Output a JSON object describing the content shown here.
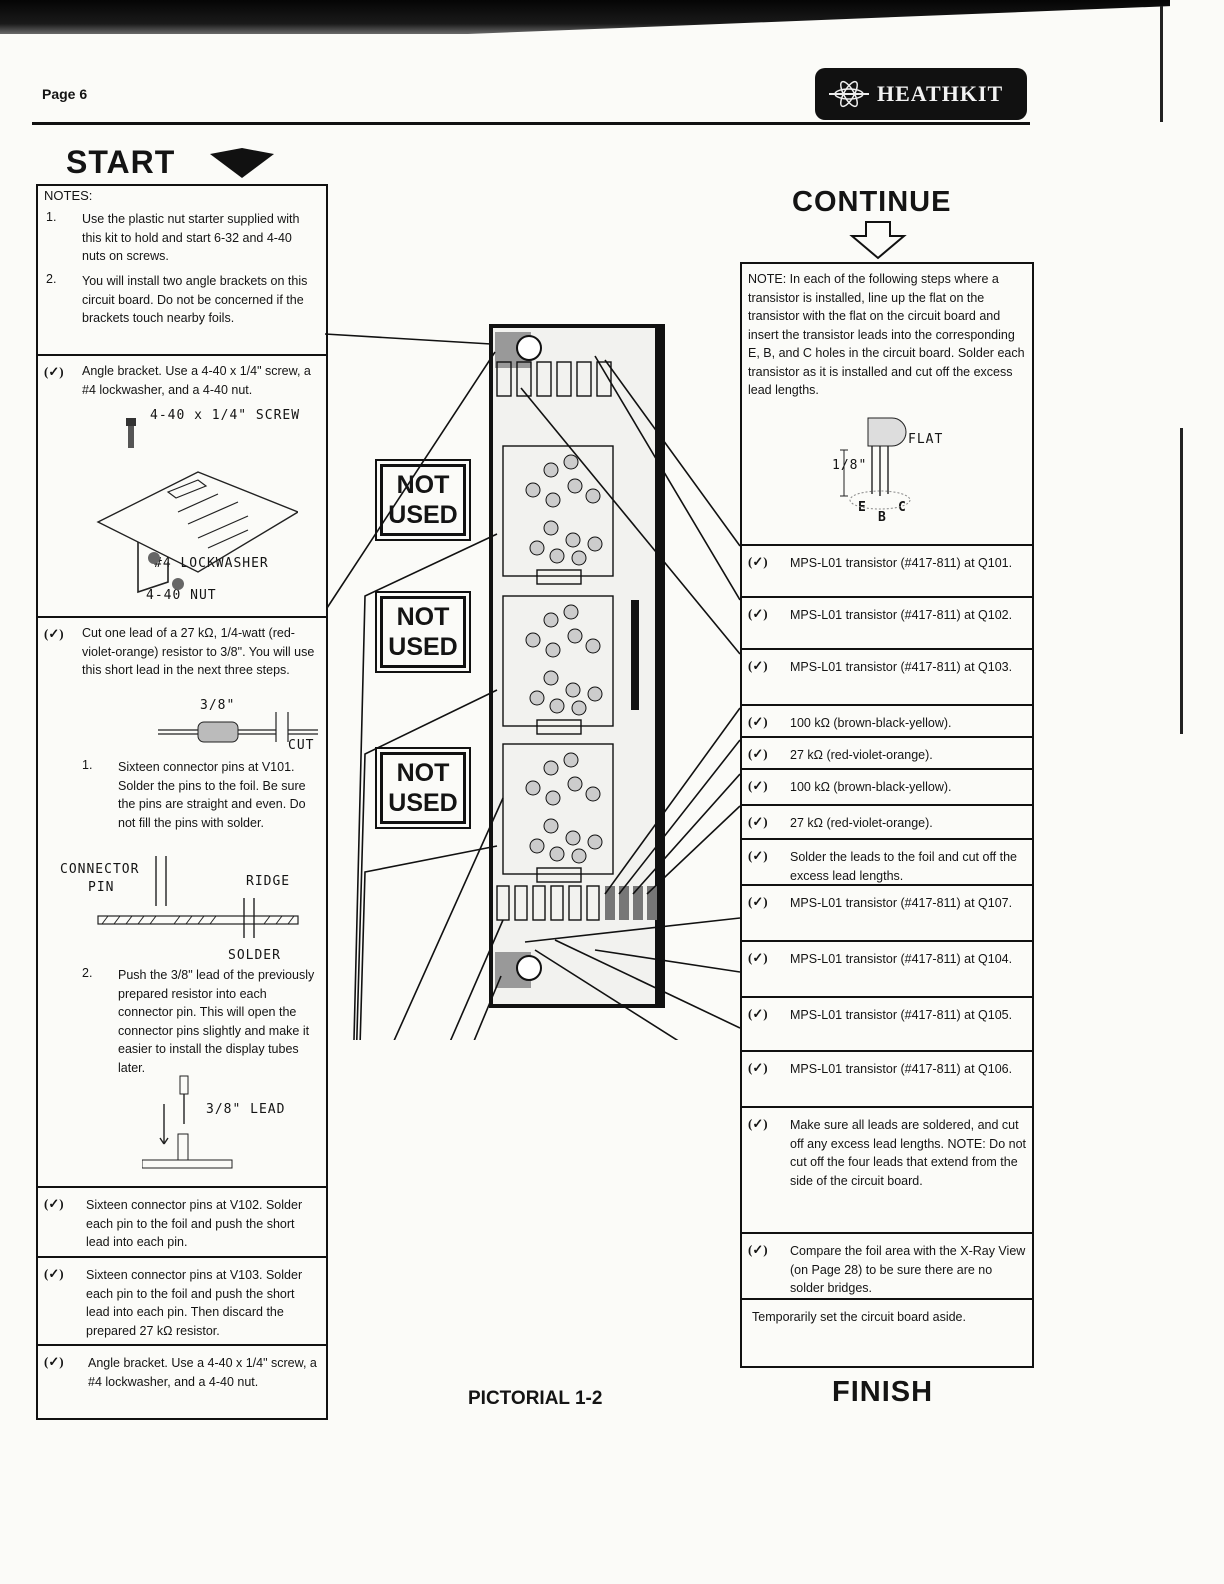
{
  "header": {
    "page": "Page 6",
    "brand": "HEATHKIT"
  },
  "titles": {
    "start": "START",
    "continue": "CONTINUE",
    "finish": "FINISH",
    "pictorial": "PICTORIAL 1-2"
  },
  "left": {
    "notes_title": "NOTES:",
    "notes": [
      {
        "num": "1.",
        "text": "Use the plastic nut starter supplied with this kit to hold and start 6-32 and 4-40 nuts on screws."
      },
      {
        "num": "2.",
        "text": "You will install two angle brackets on this circuit board. Do not be concerned if the brackets touch nearby foils."
      }
    ],
    "step_bracket1": "Angle bracket. Use a 4-40 x 1/4\" screw, a #4 lockwasher, and a 4-40 nut.",
    "fig_screw": "4-40 x 1/4\" SCREW",
    "fig_lockwasher": "#4 LOCKWASHER",
    "fig_nut": "4-40 NUT",
    "step_cut": "Cut one lead of a 27 kΩ, 1/4-watt (red-violet-orange) resistor to 3/8\". You will use this short lead in the next three steps.",
    "fig_38": "3/8\"",
    "fig_cut": "CUT",
    "sub1_num": "1.",
    "sub1": "Sixteen connector pins at V101. Solder the pins to the foil. Be sure the pins are straight and even. Do not fill the pins with solder.",
    "fig_connector": "CONNECTOR",
    "fig_pin": "PIN",
    "fig_ridge": "RIDGE",
    "fig_solder": "SOLDER",
    "sub2_num": "2.",
    "sub2": "Push the 3/8\" lead of the previously prepared resistor into each connector pin. This will open the connector pins slightly and make it easier to install the display tubes later.",
    "fig_lead": "3/8\" LEAD",
    "step_v102": "Sixteen connector pins at V102. Solder each pin to the foil and push the short lead into each pin.",
    "step_v103": "Sixteen connector pins at V103. Solder each pin to the foil and push the short lead into each pin. Then discard the prepared 27 kΩ resistor.",
    "step_bracket2": "Angle bracket. Use a 4-40 x 1/4\" screw, a #4 lockwasher, and a 4-40 nut."
  },
  "right": {
    "note": "NOTE: In each of the following steps where a transistor is installed, line up the flat on the transistor with the flat on the circuit board and insert the transistor leads into the corresponding E, B, and C holes in the circuit board. Solder each transistor as it is installed and cut off the excess lead lengths.",
    "fig_flat": "FLAT",
    "fig_18": "1/8\"",
    "fig_e": "E",
    "fig_b": "B",
    "fig_c": "C",
    "steps": [
      "MPS-L01 transistor (#417-811) at Q101.",
      "MPS-L01 transistor (#417-811) at Q102.",
      "MPS-L01 transistor (#417-811) at Q103.",
      "100 kΩ (brown-black-yellow).",
      "27 kΩ (red-violet-orange).",
      "100 kΩ (brown-black-yellow).",
      "27 kΩ (red-violet-orange).",
      "Solder the leads to the foil and cut off the excess lead lengths.",
      "MPS-L01 transistor (#417-811) at Q107.",
      "MPS-L01 transistor (#417-811) at Q104.",
      "MPS-L01 transistor (#417-811) at Q105.",
      "MPS-L01 transistor (#417-811) at Q106.",
      "Make sure all leads are soldered, and cut off any excess lead lengths. NOTE: Do not cut off the four leads that extend from the side of the circuit board.",
      "Compare the foil area with the X-Ray View (on Page 28) to be sure there are no solder bridges.",
      "Temporarily set the circuit board aside."
    ]
  },
  "pictorial": {
    "not_used": [
      "NOT",
      "USED"
    ]
  }
}
